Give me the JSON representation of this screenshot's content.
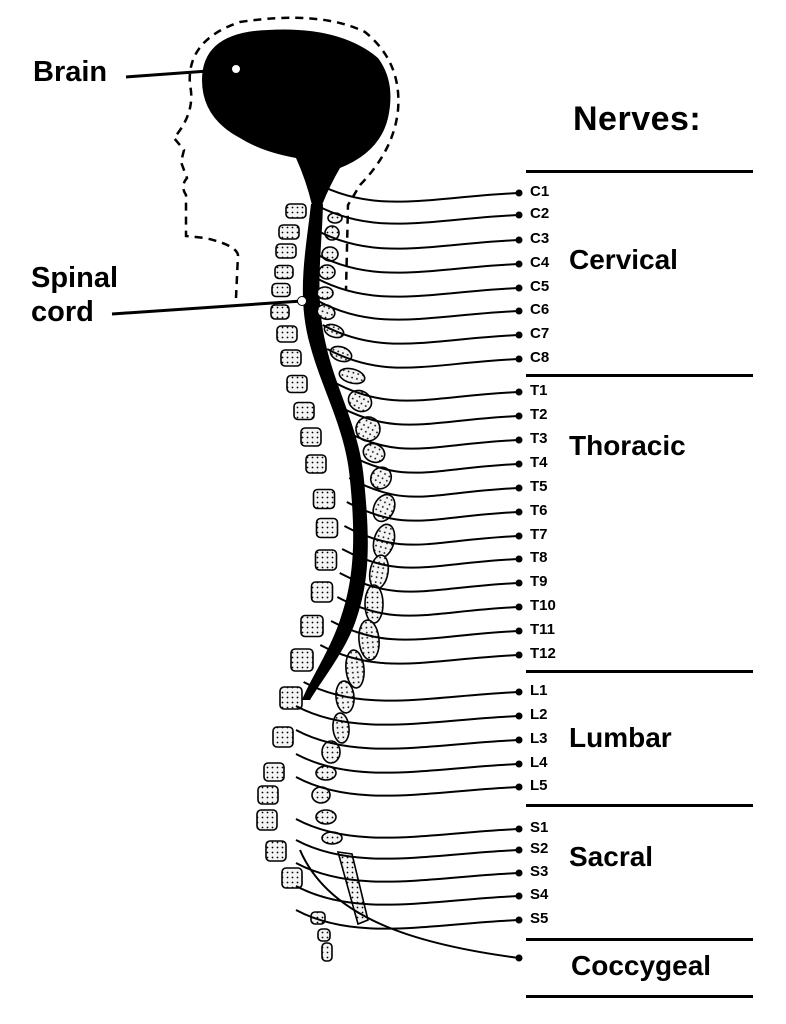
{
  "title": "Nerves:",
  "labels": {
    "brain": "Brain",
    "spinal_cord_line1": "Spinal",
    "spinal_cord_line2": "cord"
  },
  "groups": [
    {
      "name": "Cervical",
      "nerves": [
        "C1",
        "C2",
        "C3",
        "C4",
        "C5",
        "C6",
        "C7",
        "C8"
      ]
    },
    {
      "name": "Thoracic",
      "nerves": [
        "T1",
        "T2",
        "T3",
        "T4",
        "T5",
        "T6",
        "T7",
        "T8",
        "T9",
        "T10",
        "T11",
        "T12"
      ]
    },
    {
      "name": "Lumbar",
      "nerves": [
        "L1",
        "L2",
        "L3",
        "L4",
        "L5"
      ]
    },
    {
      "name": "Sacral",
      "nerves": [
        "S1",
        "S2",
        "S3",
        "S4",
        "S5"
      ]
    },
    {
      "name": "Coccygeal",
      "nerves": []
    }
  ],
  "colors": {
    "ink": "#000000",
    "background": "#ffffff",
    "bone_fill": "#f4f4f4"
  }
}
